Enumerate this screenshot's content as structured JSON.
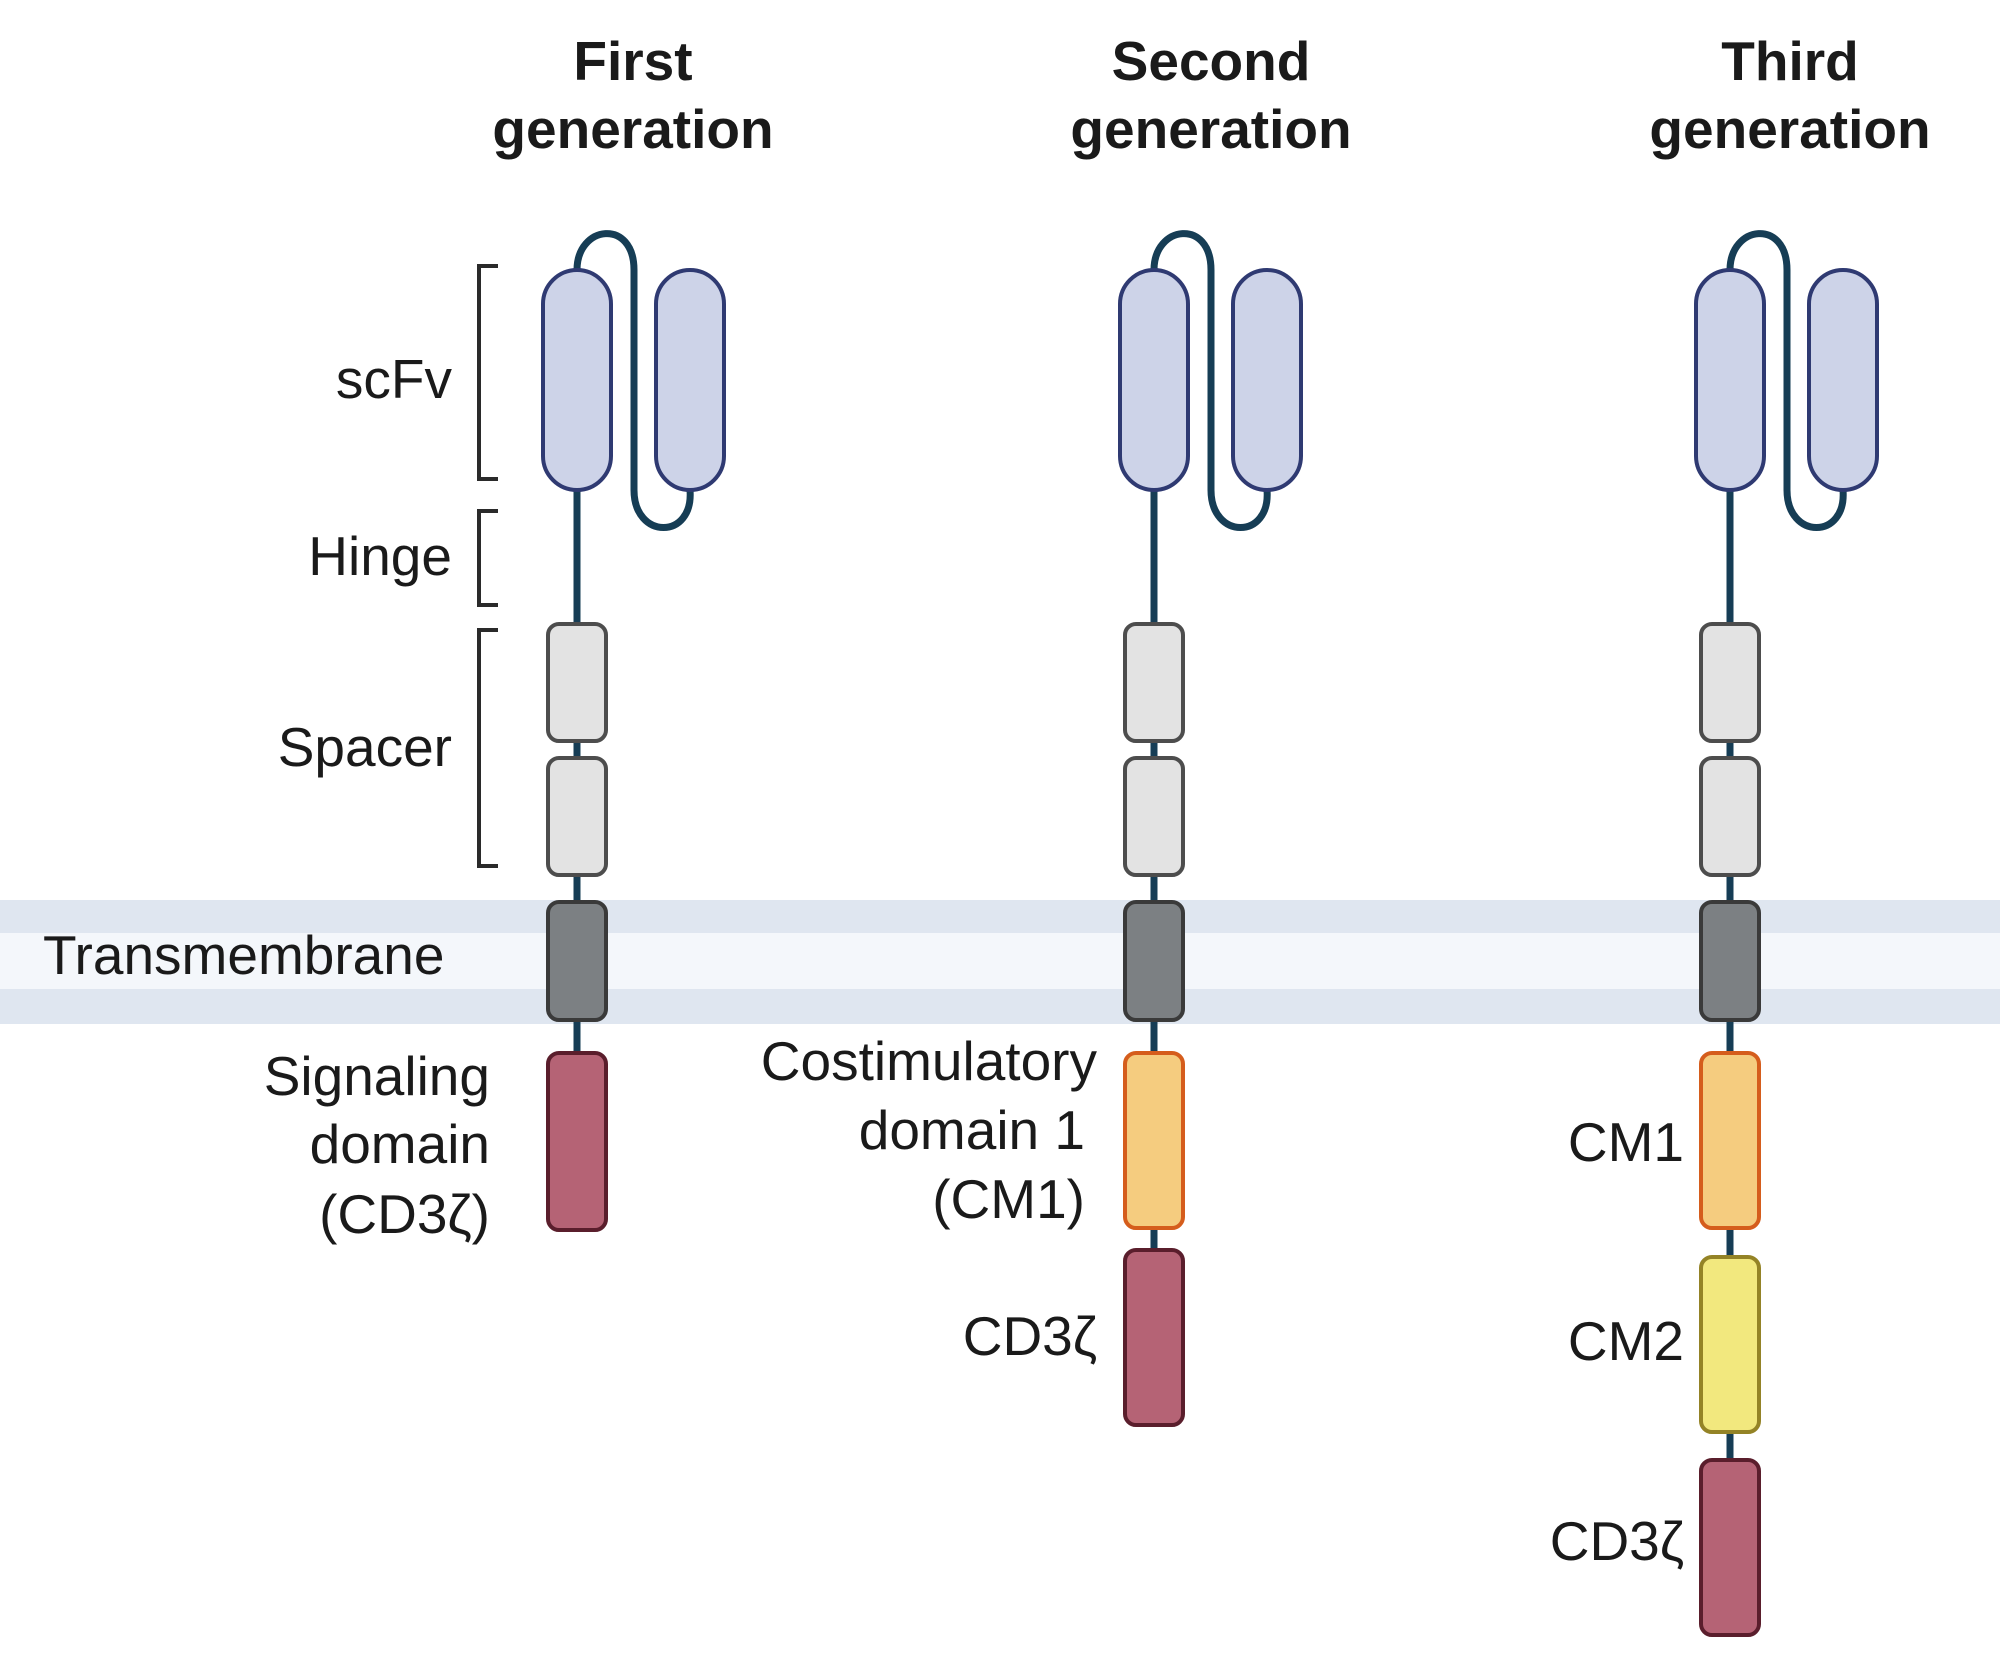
{
  "columns": [
    {
      "title_line1": "First",
      "title_line2": "generation"
    },
    {
      "title_line1": "Second",
      "title_line2": "generation"
    },
    {
      "title_line1": "Third",
      "title_line2": "generation"
    }
  ],
  "labels": {
    "scfv": "scFv",
    "hinge": "Hinge",
    "spacer": "Spacer",
    "transmembrane": "Transmembrane",
    "signaling_line1": "Signaling",
    "signaling_line2": "domain",
    "signaling_line3": "(CD3ζ)",
    "costim_line1": "Costimulatory",
    "costim_line2": "domain 1",
    "costim_line3": "(CM1)",
    "second_cd3z": "CD3ζ",
    "third_cm1": "CM1",
    "third_cm2": "CM2",
    "third_cd3z": "CD3ζ"
  },
  "colors": {
    "membrane_outer": "#dfe6f0",
    "membrane_inner": "#f4f7fb",
    "stalk": "#163d55",
    "scfv_fill": "#cdd3e8",
    "scfv_stroke": "#2f3a72",
    "spacer_fill": "#e3e3e3",
    "spacer_stroke": "#4d4d4d",
    "tm_fill": "#7c8083",
    "tm_stroke": "#3a3a3a",
    "cd3z_fill": "#b56375",
    "cd3z_stroke": "#5a1e2c",
    "cm1_fill": "#f5cc7f",
    "cm1_stroke": "#d55d1c",
    "cm2_fill": "#f2e87e",
    "cm2_stroke": "#948326"
  }
}
